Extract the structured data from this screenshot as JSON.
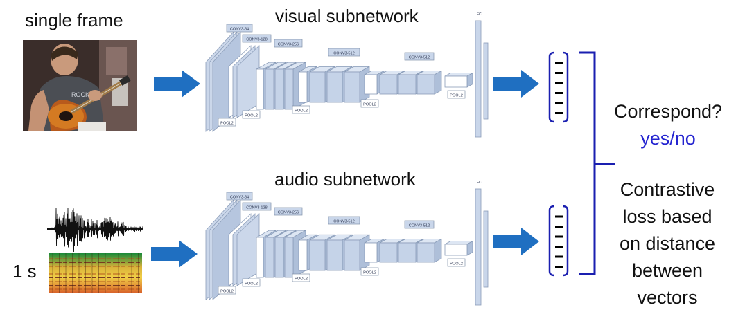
{
  "input": {
    "video_label": "single frame",
    "audio_duration_label": "1 s"
  },
  "networks": [
    {
      "title": "visual subnetwork",
      "fc_label": "FC",
      "conv_labels": [
        "CONV3-64",
        "CONV3-128",
        "CONV3-256",
        "CONV3-512",
        "CONV3-512"
      ],
      "pool_labels": [
        "POOL2",
        "POOL2",
        "POOL2",
        "POOL2",
        "POOL2"
      ]
    },
    {
      "title": "audio subnetwork",
      "fc_label": "FC",
      "conv_labels": [
        "CONV3-64",
        "CONV3-128",
        "CONV3-256",
        "CONV3-512",
        "CONV3-512"
      ],
      "pool_labels": [
        "POOL2",
        "POOL2",
        "POOL2",
        "POOL2",
        "POOL2"
      ]
    }
  ],
  "right": {
    "question": "Correspond?",
    "answer": "yes/no",
    "loss_lines": [
      "Contrastive",
      "loss based",
      "on distance",
      "between",
      "vectors"
    ]
  },
  "colors": {
    "arrow": "#1f6fc1",
    "bracket": "#1a1fb0",
    "answer": "#2424d0",
    "layer_fill": "#c5d3e8",
    "layer_stroke": "#8a9cb8"
  }
}
